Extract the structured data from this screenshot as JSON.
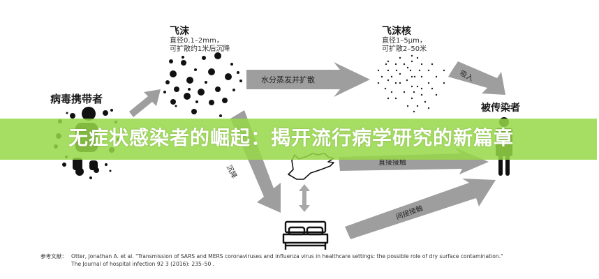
{
  "diagram": {
    "title": "无症状感染者的崛起：揭开流行病学研究的新篇章",
    "nodes": {
      "carrier": {
        "label": "病毒携带者"
      },
      "droplet": {
        "title": "飞沫",
        "line1": "直径0.1–2mm，",
        "line2": "可扩散约1米后沉降"
      },
      "droplet_nuclei": {
        "title": "飞沫核",
        "line1": "直径1–5μm，",
        "line2": "可扩散2–50米"
      },
      "infected": {
        "label": "被传染者"
      },
      "hand": {
        "icon": "hand-icon"
      },
      "bed": {
        "icon": "bed-icon"
      }
    },
    "arrows": {
      "evaporate": "水分蒸发并扩散",
      "inhale": "吸入",
      "settle": "沉降",
      "direct_contact": "直接接触",
      "indirect_contact": "间接接触"
    },
    "reference": {
      "tag": "参考文献：",
      "line1": "Otter, Jonathan A. et al. \"Transmission of SARS and MERS coronaviruses and influenza virus in healthcare settings: the possible role of dry surface contamination.\"",
      "line2": "The Journal of hospital infection 92 3 (2016): 235–50 ."
    },
    "colors": {
      "banner": "#97d748",
      "arrow": "#9e9e9e",
      "ink": "#111111"
    }
  }
}
